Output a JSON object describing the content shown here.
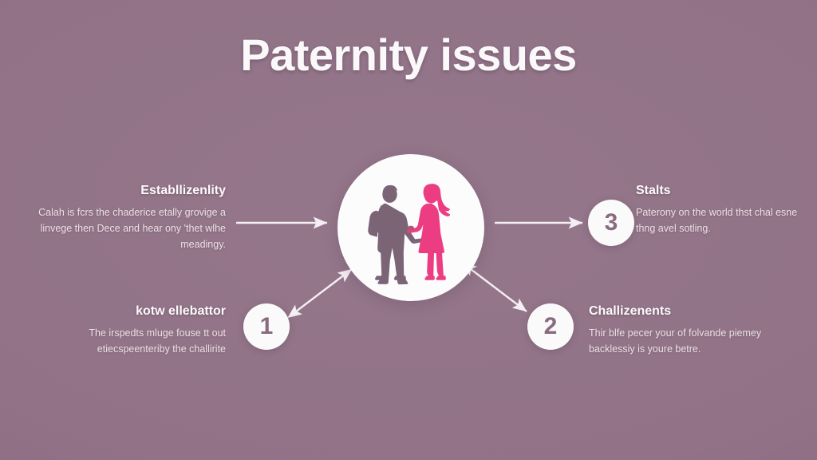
{
  "slide": {
    "title": "Paternity issues",
    "background_color": "#907186",
    "accent_color": "#ec3d82",
    "badge_text_color": "#8a6a7f",
    "hub_circle_color": "#fdfcfd"
  },
  "center": {
    "icon_name": "couple-holding-hands-silhouette",
    "figures": [
      {
        "name": "man-silhouette-with-backpack",
        "color": "#7a6476"
      },
      {
        "name": "woman-silhouette",
        "color": "#ec3d82"
      }
    ]
  },
  "blocks": [
    {
      "id": "establish",
      "heading": "Establlizenlity",
      "body": "Calah is fcrs the chaderice etally grovige a linvege then Dece and hear ony 'thet wlhe meadingy.",
      "side": "left",
      "badge": null
    },
    {
      "id": "know",
      "heading": "kotw ellebattor",
      "body": "The irspedts mluge fouse tt out etiecspeenteriby the challirite",
      "side": "left",
      "badge": "1"
    },
    {
      "id": "stalts",
      "heading": "Stalts",
      "body": "Paterony on the world thst chal esne thng avel sotling.",
      "side": "right",
      "badge": "3"
    },
    {
      "id": "challizenents",
      "heading": "Challizenents",
      "body": "Thir blfe pecer your of folvande piemey backlessiy is youre betre.",
      "side": "right",
      "badge": "2"
    }
  ],
  "badges": {
    "one": "1",
    "two": "2",
    "three": "3"
  },
  "arrows": [
    {
      "name": "arrow-left-to-hub",
      "style": "single-head",
      "direction": "right"
    },
    {
      "name": "arrow-hub-to-right",
      "style": "single-head",
      "direction": "right"
    },
    {
      "name": "arrow-hub-to-badge-1",
      "style": "double-head",
      "direction": "diagonal-down-left"
    },
    {
      "name": "arrow-hub-to-badge-2",
      "style": "double-head",
      "direction": "diagonal-down-right"
    }
  ]
}
